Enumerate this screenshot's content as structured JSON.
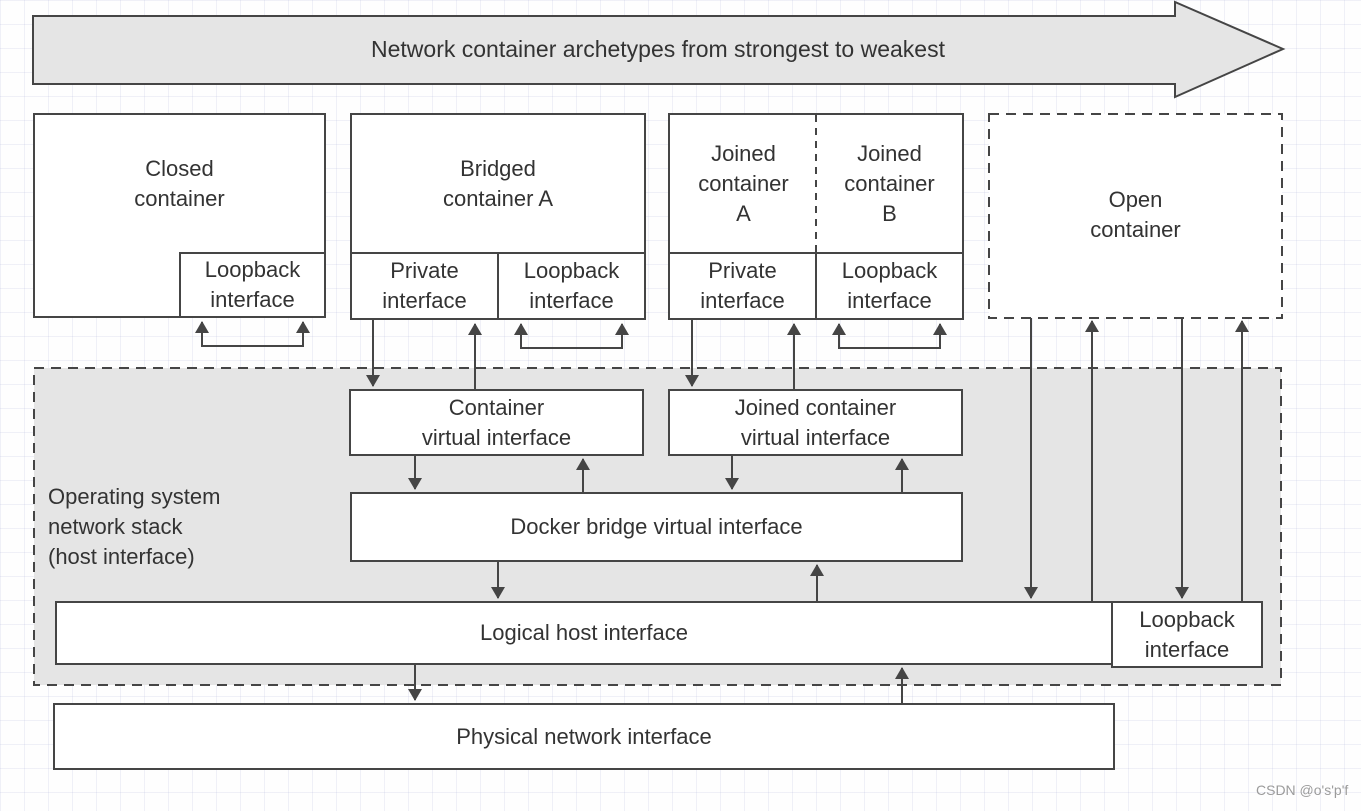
{
  "banner": {
    "title": "Network container archetypes from strongest to weakest"
  },
  "containers": {
    "closed": {
      "label": "Closed\ncontainer",
      "loopback": "Loopback\ninterface"
    },
    "bridged": {
      "label": "Bridged\ncontainer A",
      "private": "Private\ninterface",
      "loopback": "Loopback\ninterface"
    },
    "joined_a": {
      "label": "Joined\ncontainer\nA",
      "private": "Private\ninterface"
    },
    "joined_b": {
      "label": "Joined\ncontainer\nB",
      "loopback": "Loopback\ninterface"
    },
    "open": {
      "label": "Open\ncontainer"
    }
  },
  "os_stack": {
    "label": "Operating system\nnetwork stack\n(host interface)",
    "container_virtual_interface": "Container\nvirtual interface",
    "joined_container_virtual_interface": "Joined container\nvirtual interface",
    "docker_bridge": "Docker bridge virtual interface",
    "logical_host_interface": "Logical host interface",
    "loopback_interface": "Loopback\ninterface"
  },
  "physical": {
    "label": "Physical network interface"
  },
  "watermark": {
    "text": "CSDN @o's'p'f"
  },
  "colors": {
    "line": "#454545",
    "region_fill": "#e5e5e5",
    "text": "#333333",
    "watermark": "#9b9b9b",
    "grid": "#e4e6f2"
  }
}
